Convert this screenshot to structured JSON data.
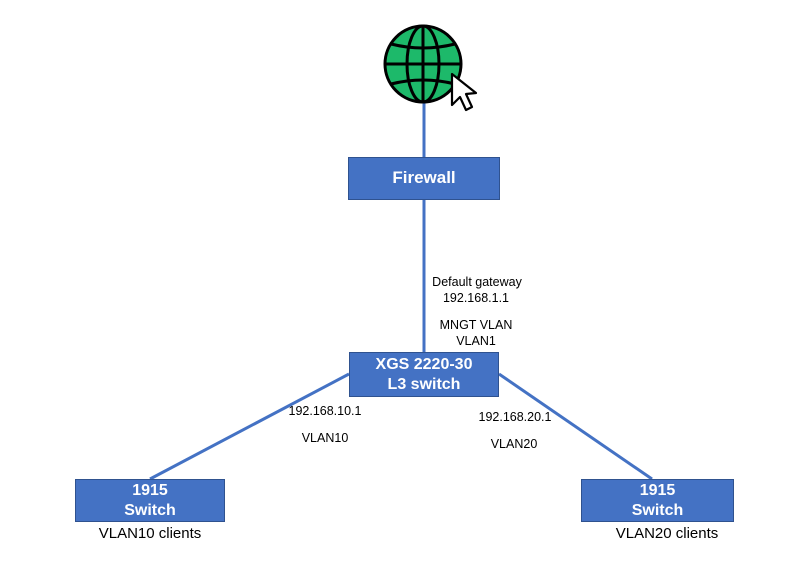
{
  "colors": {
    "node_fill": "#4472C4",
    "node_border": "#2F528F",
    "link": "#4472C4",
    "globe_fill": "#1DB96A",
    "globe_outline": "#000000"
  },
  "icons": {
    "internet": "globe-icon",
    "pointer": "cursor-arrow-icon"
  },
  "nodes": {
    "firewall": {
      "label": "Firewall"
    },
    "core": {
      "line1": "XGS 2220-30",
      "line2": "L3 switch"
    },
    "left_switch": {
      "line1": "1915",
      "line2": "Switch",
      "caption": "VLAN10 clients"
    },
    "right_switch": {
      "line1": "1915",
      "line2": "Switch",
      "caption": "VLAN20 clients"
    }
  },
  "links": {
    "uplink": {
      "gateway_label": "Default gateway",
      "gateway_ip": "192.168.1.1",
      "vlan_name": "MNGT VLAN",
      "vlan_id": "VLAN1"
    },
    "left": {
      "ip": "192.168.10.1",
      "vlan": "VLAN10"
    },
    "right": {
      "ip": "192.168.20.1",
      "vlan": "VLAN20"
    }
  }
}
